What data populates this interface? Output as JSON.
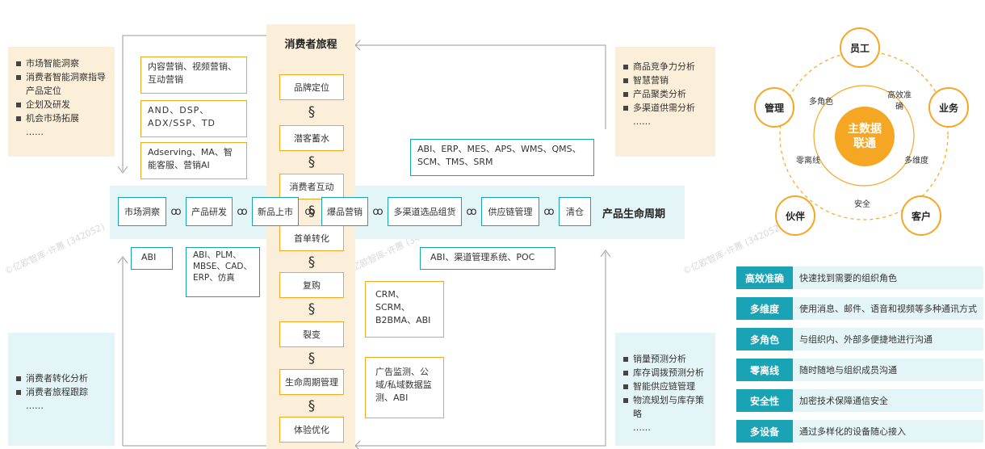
{
  "journey_title": "消费者旅程",
  "journey_steps": [
    "品牌定位",
    "潜客蓄水",
    "消费者互动",
    "首单转化",
    "复购",
    "裂变",
    "生命周期管理",
    "体验优化"
  ],
  "chain_glyph": "§",
  "lifecycle_title": "产品生命周期",
  "lifecycle_steps": [
    "市场洞察",
    "产品研发",
    "新品上市",
    "爆品营销",
    "多渠道选品组货",
    "供应链管理",
    "清仓"
  ],
  "link_glyph": "ꝏ",
  "top_left_list": [
    "市场智能洞察",
    "消费者智能洞察指导产品定位",
    "企划及研发",
    "机会市场拓展",
    "……"
  ],
  "top_right_list": [
    "商品竞争力分析",
    "智慧营销",
    "产品聚类分析",
    "多渠道供需分析",
    "……"
  ],
  "bottom_left_list": [
    "消费者转化分析",
    "消费者旅程跟踪",
    "……"
  ],
  "bottom_right_list": [
    "销量预测分析",
    "库存调拨预测分析",
    "智能供应链管理",
    "物流规划与库存策略",
    "……"
  ],
  "marketing_boxes": [
    "内容营销、视频营销、互动营销",
    "AND、DSP、ADX/SSP、TD",
    "Adserving、MA、智能客服、营销AI"
  ],
  "top_systems": "ABI、ERP、MES、APS、WMS、QMS、SCM、TMS、SRM",
  "abi_box": "ABI",
  "plm_box": "ABI、PLM、MBSE、CAD、ERP、仿真",
  "channel_box": "ABI、渠道管理系统、POC",
  "crm_box": "CRM、SCRM、B2BMA、ABI",
  "ad_box": "广告监测、公域/私域数据监测、ABI",
  "center_label": "主数据联通",
  "outer_nodes": [
    "员工",
    "业务",
    "客户",
    "伙伴",
    "管理"
  ],
  "inner_nodes": [
    "多角色",
    "高效准确",
    "多维度",
    "安全",
    "零离线"
  ],
  "features": [
    {
      "key": "高效准确",
      "desc": "快速找到需要的组织角色"
    },
    {
      "key": "多维度",
      "desc": "使用消息、邮件、语音和视频等多种通讯方式"
    },
    {
      "key": "多角色",
      "desc": "与组织内、外部多便捷地进行沟通"
    },
    {
      "key": "零离线",
      "desc": "随时随地与组织成员沟通"
    },
    {
      "key": "安全性",
      "desc": "加密技术保障通信安全"
    },
    {
      "key": "多设备",
      "desc": "通过多样化的设备随心接入"
    }
  ],
  "watermark": "©亿欧智库-许蕙 (342052)",
  "colors": {
    "accent_orange": "#f5a623",
    "accent_teal": "#1aa3b4",
    "beige": "#fcefd9",
    "light_cyan": "#e4f5f7"
  }
}
